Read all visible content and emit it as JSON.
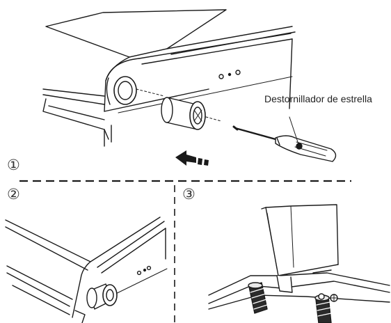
{
  "tool_label": "Destornillador de estrella",
  "steps": [
    "①",
    "②",
    "③"
  ],
  "colors": {
    "line": "#1a1a1a",
    "fill": "#ffffff",
    "shade": "#e9e9e9",
    "dark": "#2b2b2b"
  },
  "icons": [
    "phillips-screwdriver-icon",
    "insert-direction-arrow-icon"
  ]
}
